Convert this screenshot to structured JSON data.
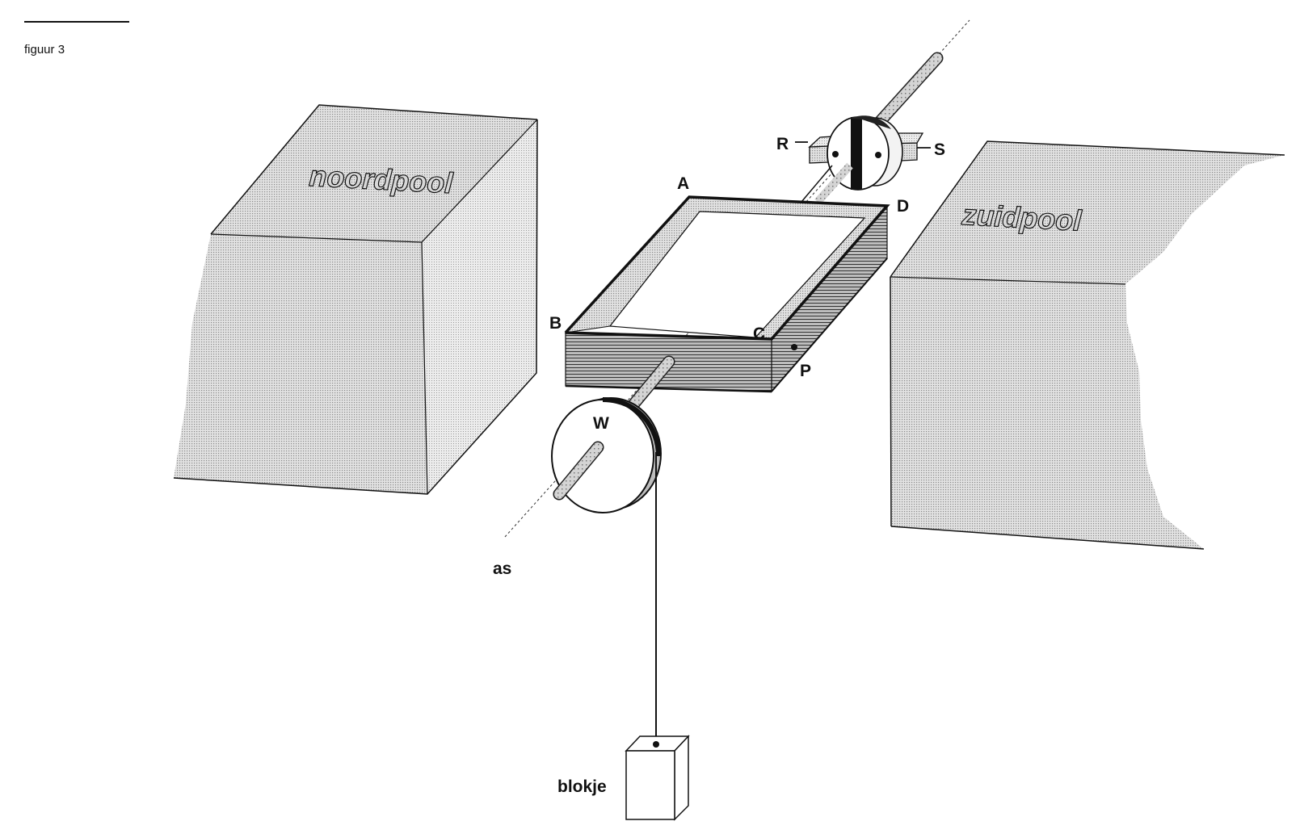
{
  "figure": {
    "caption": "figuur 3",
    "poles": {
      "north": "noordpool",
      "south": "zuidpool"
    },
    "coil_labels": {
      "A": "A",
      "B": "B",
      "C": "C",
      "D": "D",
      "P": "P"
    },
    "commutator_labels": {
      "R": "R",
      "S": "S"
    },
    "wheel_label": "W",
    "axis_label": "as",
    "block_label": "blokje"
  }
}
